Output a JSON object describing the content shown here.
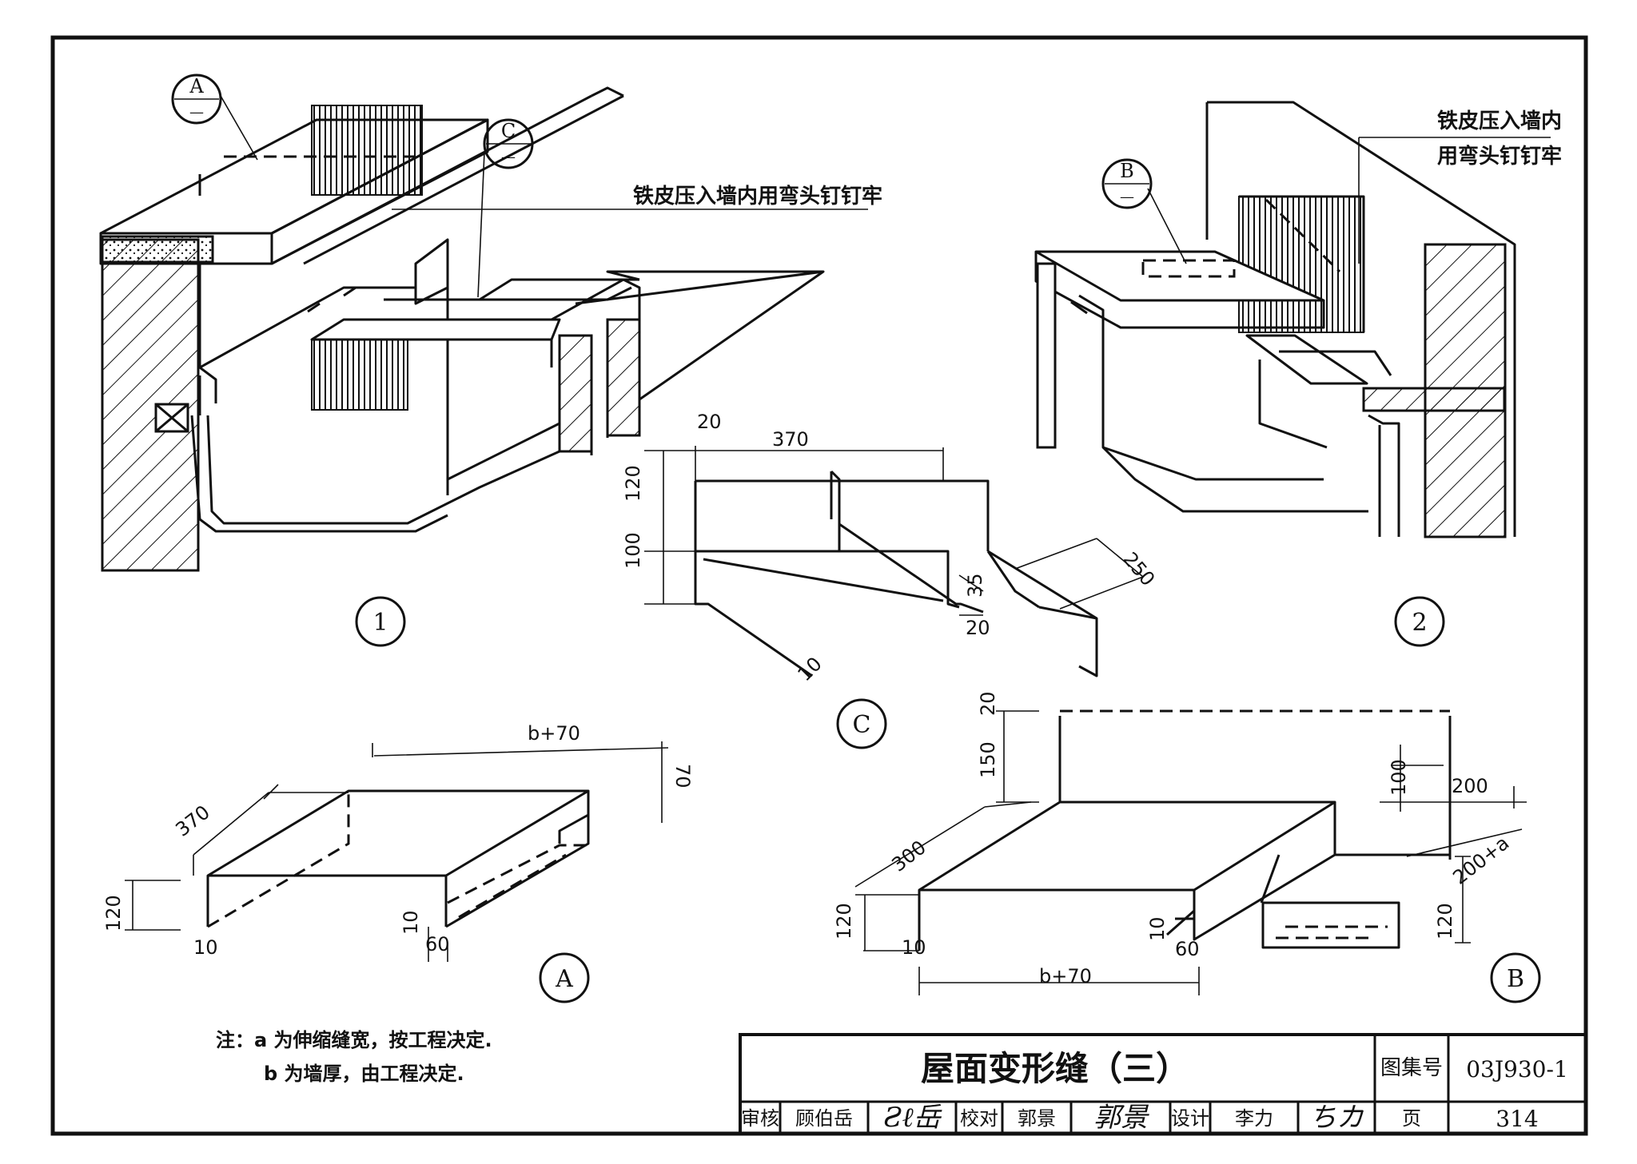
{
  "labels": {
    "iron_sheet_full": "铁皮压入墙内用弯头钉钉牢",
    "iron_sheet_line1": "铁皮压入墙内",
    "iron_sheet_line2": "用弯头钉钉牢"
  },
  "callouts": {
    "A": {
      "top": "A",
      "bottom": "—"
    },
    "B": {
      "top": "B",
      "bottom": "—"
    },
    "C": {
      "top": "C",
      "bottom": "—"
    }
  },
  "detail_markers": [
    "1",
    "2",
    "C",
    "A",
    "B"
  ],
  "dimensions": {
    "c": [
      "20",
      "370",
      "120",
      "100",
      "35",
      "20",
      "250",
      "10"
    ],
    "a": [
      "b+70",
      "70",
      "370",
      "120",
      "10",
      "10",
      "60"
    ],
    "b": [
      "20",
      "150",
      "100",
      "200",
      "300",
      "200+a",
      "120",
      "120",
      "10",
      "10",
      "60",
      "b+70"
    ]
  },
  "notes": {
    "line1": "注：a 为伸缩缝宽，按工程决定.",
    "line2": "b 为墙厚，由工程决定."
  },
  "title_block": {
    "title": "屋面变形缝（三）",
    "atlas_label": "图集号",
    "atlas_no": "03J930-1",
    "review_label": "审核",
    "reviewer": "顾伯岳",
    "reviewer_sig": "Ƨℓ岳",
    "check_label": "校对",
    "checker": "郭景",
    "checker_sig": "郭景",
    "design_label": "设计",
    "designer": "李力",
    "designer_sig": "ちカ",
    "page_label": "页",
    "page_no": "314"
  }
}
